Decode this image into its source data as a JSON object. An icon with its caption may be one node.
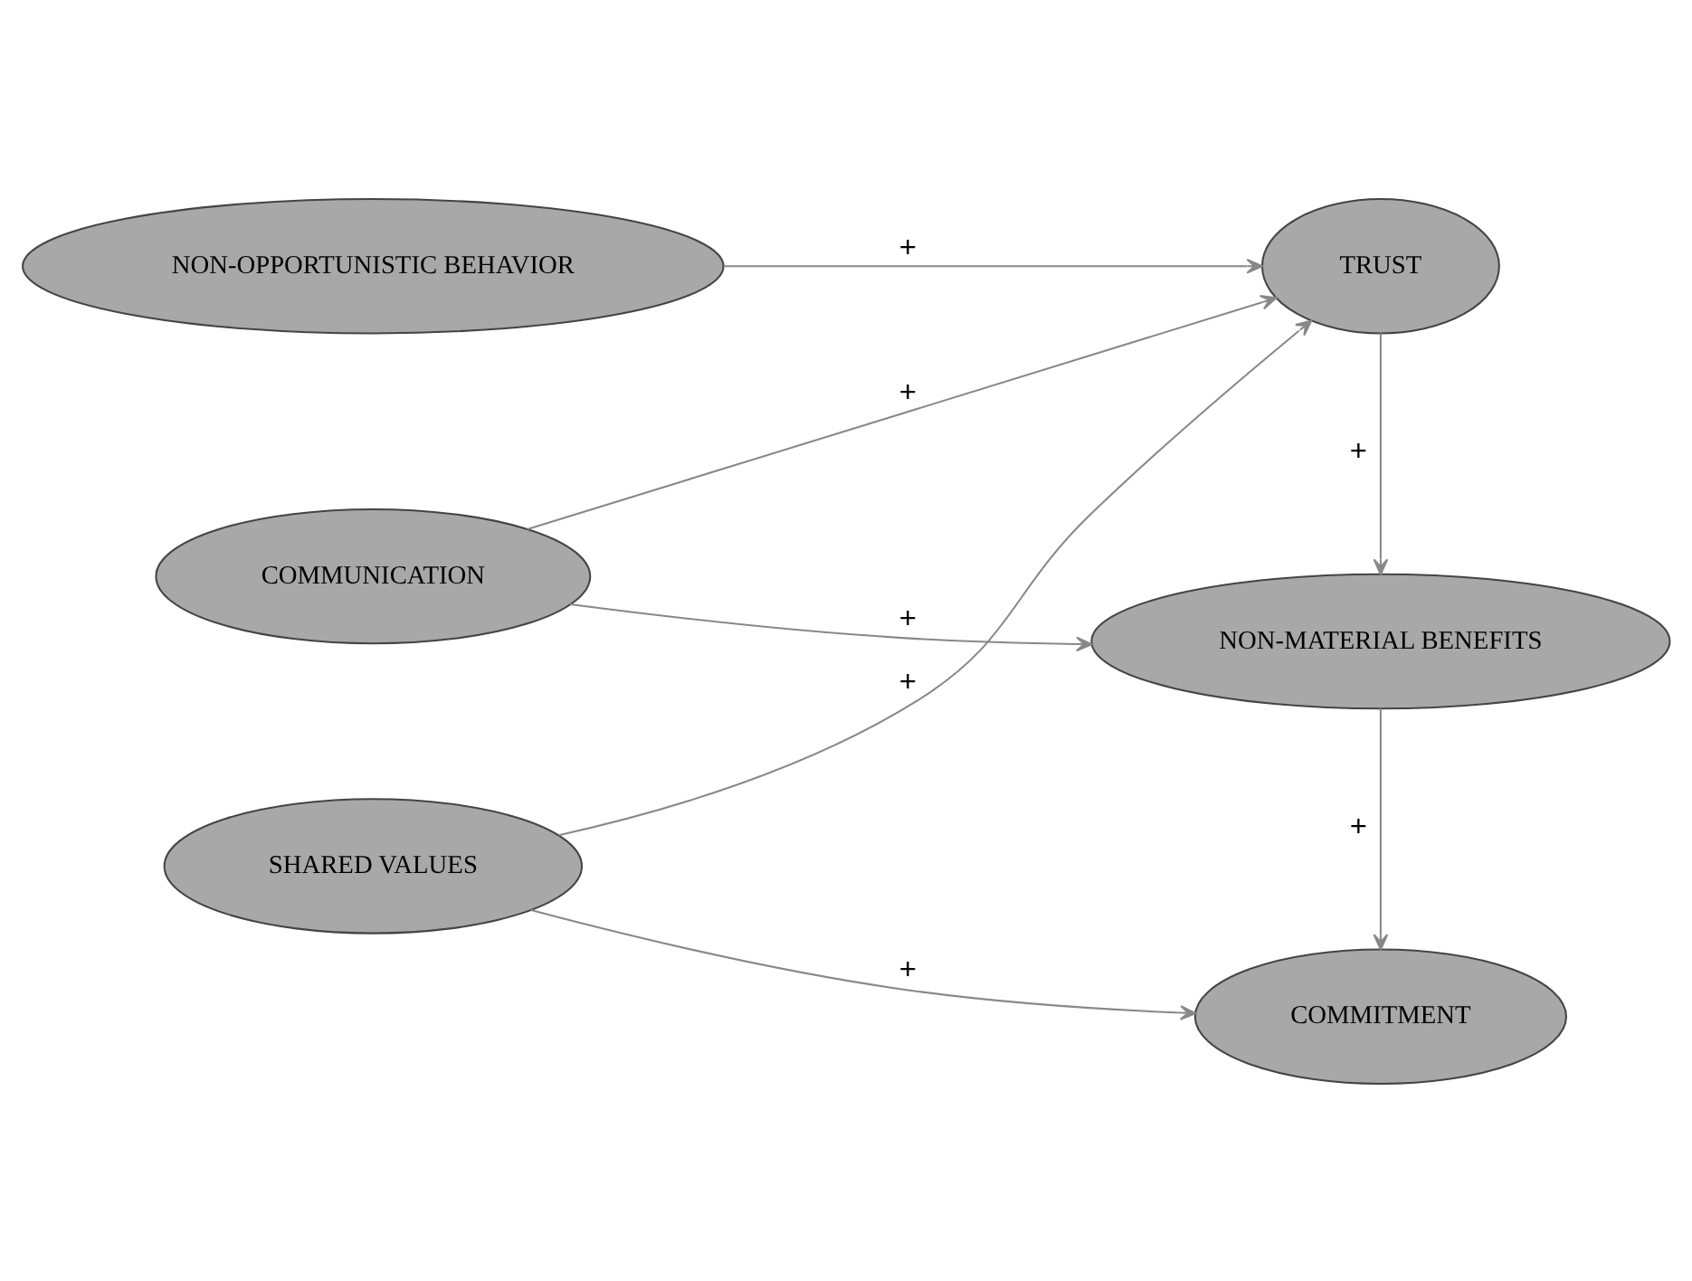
{
  "diagram": {
    "nodes": [
      {
        "text": [
          "SHARED VALUES"
        ]
      },
      {
        "text": [
          "COMMITMENT"
        ]
      },
      {
        "text": [
          "COMMUNICATION"
        ]
      },
      {
        "text": [
          "NON-MATERIAL BENEFITS"
        ]
      },
      {
        "text": [
          "NON-OPPORTUNISTIC BEHAVIOR"
        ]
      },
      {
        "text": [
          "TRUST"
        ]
      }
    ],
    "edges": [
      {
        "from": 0,
        "to": 1,
        "arrow": "to",
        "label": "+"
      },
      {
        "from": 0,
        "to": 5,
        "arrow": "to",
        "label": "+"
      },
      {
        "from": 2,
        "to": 3,
        "arrow": "to",
        "label": "+"
      },
      {
        "from": 2,
        "to": 5,
        "arrow": "to",
        "label": "+"
      },
      {
        "from": 4,
        "to": 5,
        "arrow": "to",
        "label": "+"
      },
      {
        "from": 5,
        "to": 3,
        "arrow": "to",
        "label": "+"
      },
      {
        "from": 3,
        "to": 1,
        "arrow": "to",
        "label": "+"
      }
    ]
  }
}
